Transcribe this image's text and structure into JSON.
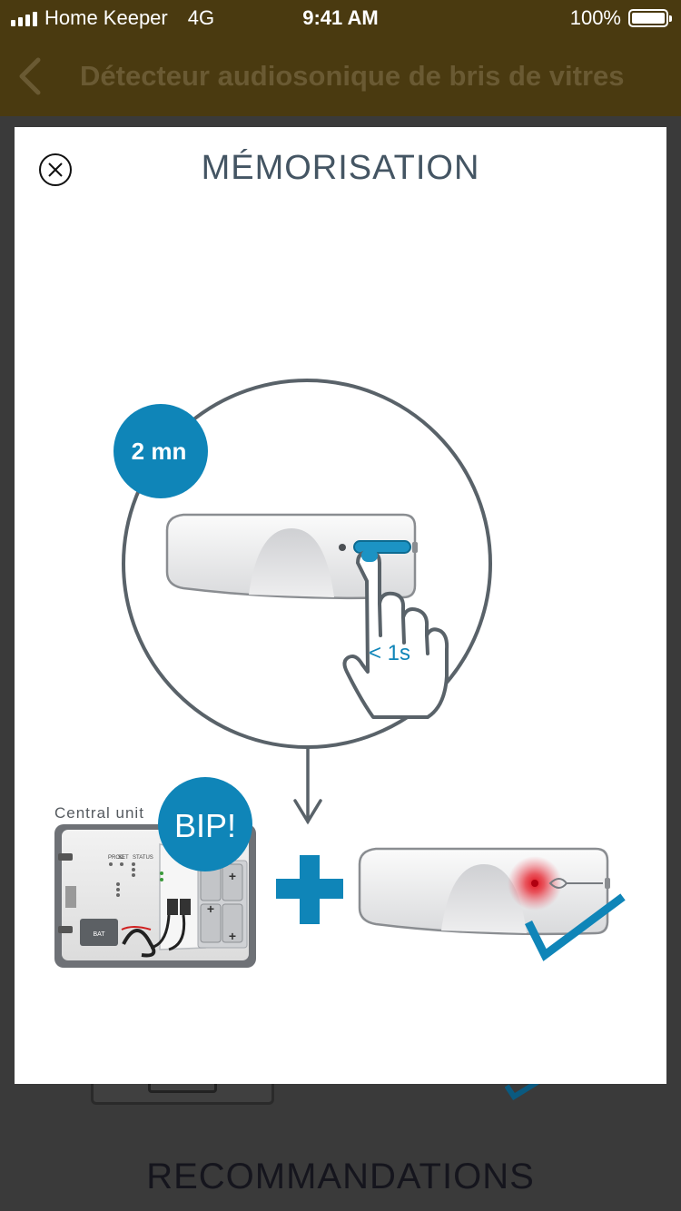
{
  "status_bar": {
    "carrier": "Home Keeper",
    "network": "4G",
    "time": "9:41 AM",
    "battery": "100%"
  },
  "nav": {
    "title": "Détecteur audiosonique de bris de vitres"
  },
  "modal": {
    "title": "MÉMORISATION",
    "timer_badge": "2 mn",
    "press_duration": "< 1s",
    "central_unit_label": "Central unit",
    "bip_label": "BIP!",
    "panel_labels": [
      "PROG",
      "SET",
      "STATUS",
      "BAT"
    ]
  },
  "background": {
    "section_title": "RECOMMANDATIONS"
  },
  "colors": {
    "header_bg": "#4a3a10",
    "accent_blue": "#0f85b8",
    "title_gray": "#445563",
    "led_red": "#e0101c"
  }
}
